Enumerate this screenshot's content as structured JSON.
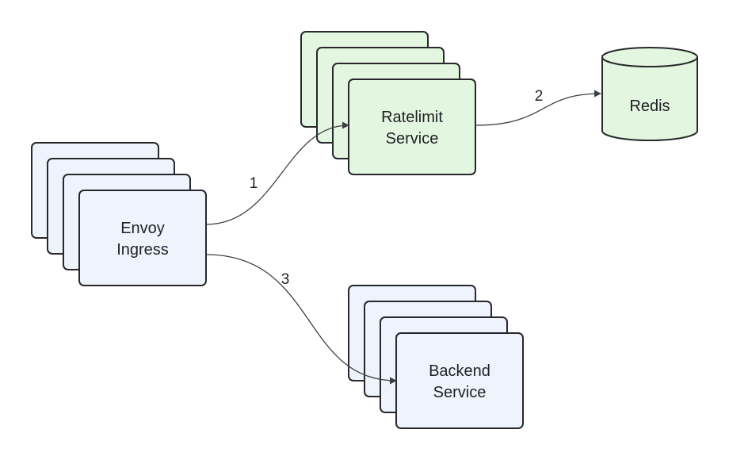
{
  "colors": {
    "blue_fill": "#eef3fd",
    "green_fill": "#e3f6df",
    "stroke": "#26282b",
    "edge": "#3c3f44",
    "text": "#1f2124"
  },
  "nodes": {
    "envoy": {
      "line1": "Envoy",
      "line2": "Ingress"
    },
    "ratelimit": {
      "line1": "Ratelimit",
      "line2": "Service"
    },
    "redis": {
      "label": "Redis"
    },
    "backend": {
      "line1": "Backend",
      "line2": "Service"
    }
  },
  "edges": {
    "envoy_to_ratelimit": {
      "label": "1"
    },
    "ratelimit_to_redis": {
      "label": "2"
    },
    "envoy_to_backend": {
      "label": "3"
    }
  }
}
